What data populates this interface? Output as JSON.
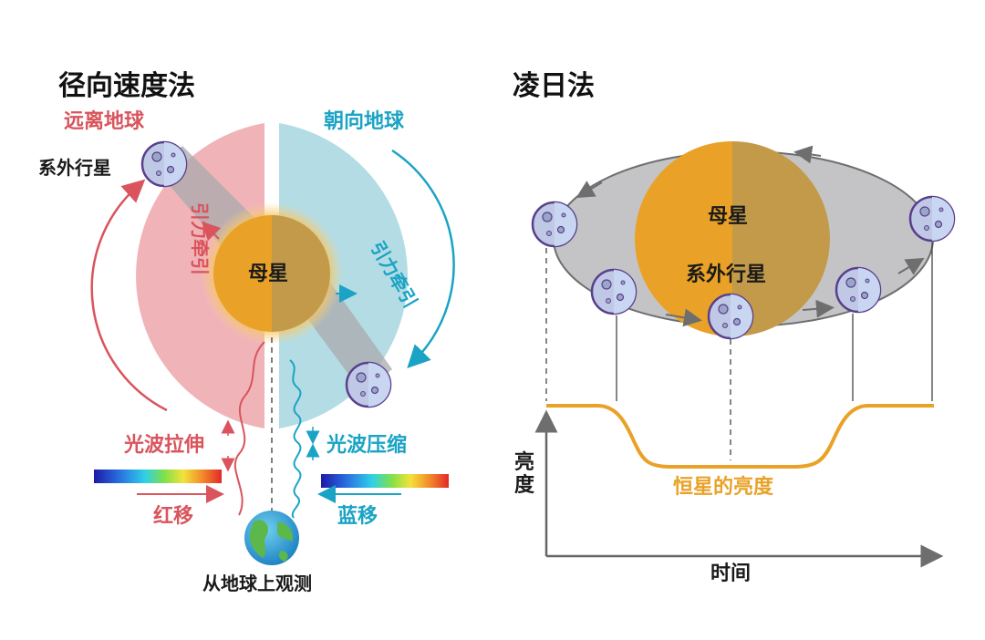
{
  "left_panel": {
    "title": "径向速度法",
    "away_label": "远离地球",
    "toward_label": "朝向地球",
    "planet_label": "系外行星",
    "star_label": "母星",
    "gravity_left": "引力牵引",
    "gravity_right": "引力牵引",
    "stretch_label": "光波拉伸",
    "compress_label": "光波压缩",
    "redshift_label": "红移",
    "blueshift_label": "蓝移",
    "observer_label": "从地球上观测"
  },
  "right_panel": {
    "title": "凌日法",
    "star_label": "母星",
    "planet_label": "系外行星",
    "y_axis_label": "亮度",
    "x_axis_label": "时间",
    "curve_label": "恒星的亮度"
  },
  "colors": {
    "red": "#d9545c",
    "blue": "#1aa3c4",
    "star": "#e9a227",
    "pink_region": "#f0b4b8",
    "blue_region": "#b4dce4"
  }
}
